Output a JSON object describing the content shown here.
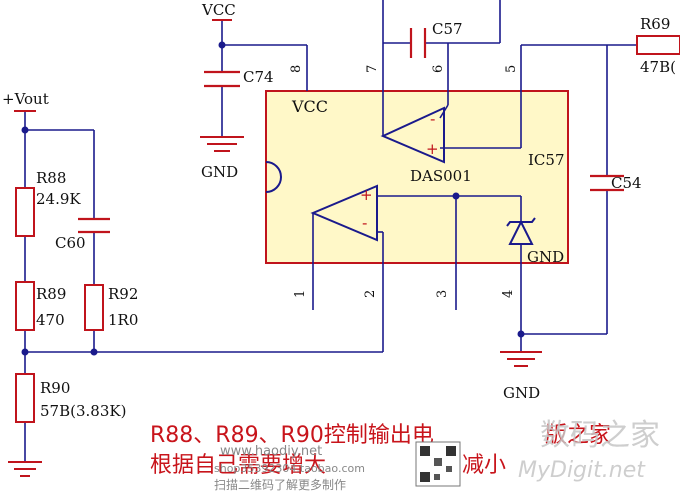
{
  "components": {
    "vcc_top": "VCC",
    "c74": "C74",
    "gnd_left": "GND",
    "vout": "+Vout",
    "r88_name": "R88",
    "r88_value": "24.9K",
    "c60": "C60",
    "r89_name": "R89",
    "r89_value": "470",
    "r92_name": "R92",
    "r92_value": "1R0",
    "r90_name": "R90",
    "r90_value": "57B(3.83K)",
    "c57": "C57",
    "r69_name": "R69",
    "r69_value": "47B(",
    "c54": "C54",
    "gnd_bottom": "GND"
  },
  "ic": {
    "vcc_label": "VCC",
    "part": "DAS001",
    "ref": "IC57",
    "gnd_label": "GND",
    "plus": "+",
    "minus": "-"
  },
  "pins": {
    "p1": "1",
    "p2": "2",
    "p3": "3",
    "p4": "4",
    "p5": "5",
    "p6": "6",
    "p7": "7",
    "p8": "8"
  },
  "notes": {
    "line1": "R88、R89、R90控制输出电",
    "line1_tail": "版之家",
    "line2": "根据自己需要增大",
    "line2_tail": "减小"
  },
  "watermarks": {
    "site1": "www.haodiy.net",
    "shop": "shop35392304.taobao.com",
    "scan": "扫描二维码了解更多制作",
    "site2": "数码之家",
    "site3": "MyDigit.net"
  },
  "colors": {
    "wire": "#1a1a8c",
    "symbol": "#c0141c",
    "ic_fill": "#fff8c8",
    "note": "#c8141b"
  }
}
